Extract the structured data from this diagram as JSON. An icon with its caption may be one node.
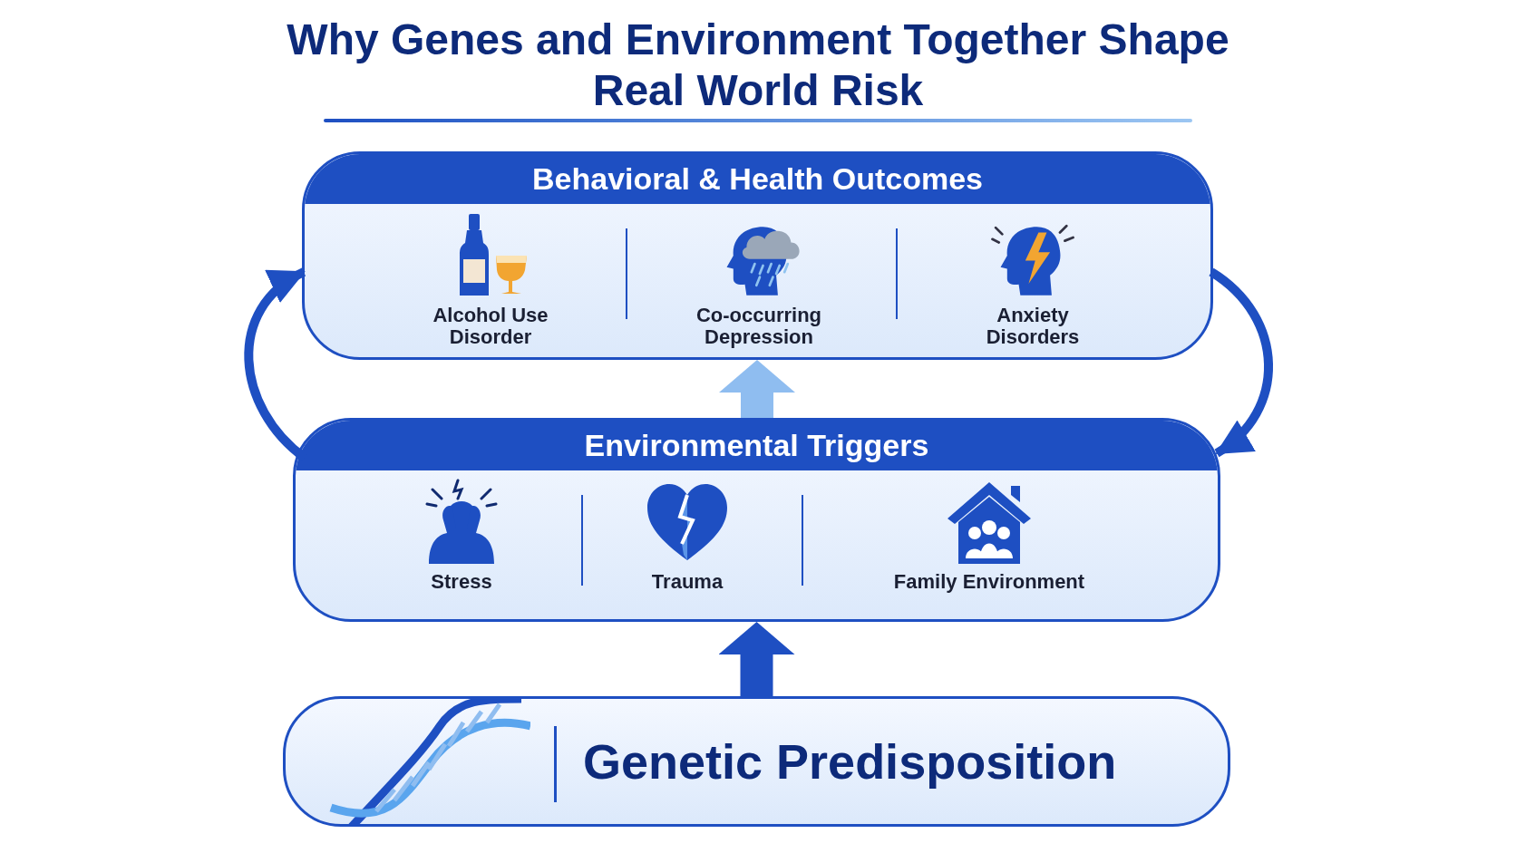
{
  "diagram": {
    "title": "Why Genes and Environment Together Shape Real World Risk",
    "nodes": [
      {
        "text": [
          "Behavioral & Health Outcomes"
        ]
      },
      {
        "text": [
          "Environmental Triggers"
        ]
      },
      {
        "text": [
          "Genetic Predisposition"
        ]
      }
    ],
    "edges": [
      {
        "from": 2,
        "to": 1,
        "arrow": "to",
        "style": "thick"
      },
      {
        "from": 1,
        "to": 0,
        "arrow": "to",
        "style": "thick",
        "color": "#8fbdf0"
      },
      {
        "from": 1,
        "to": 0,
        "arrow": "to"
      },
      {
        "from": 0,
        "to": 1,
        "arrow": "to"
      }
    ],
    "labels": [
      "Alcohol Use Disorder",
      "Co-occurring Depression",
      "Anxiety Disorders",
      "Stress",
      "Trauma",
      "Family Environment"
    ]
  }
}
